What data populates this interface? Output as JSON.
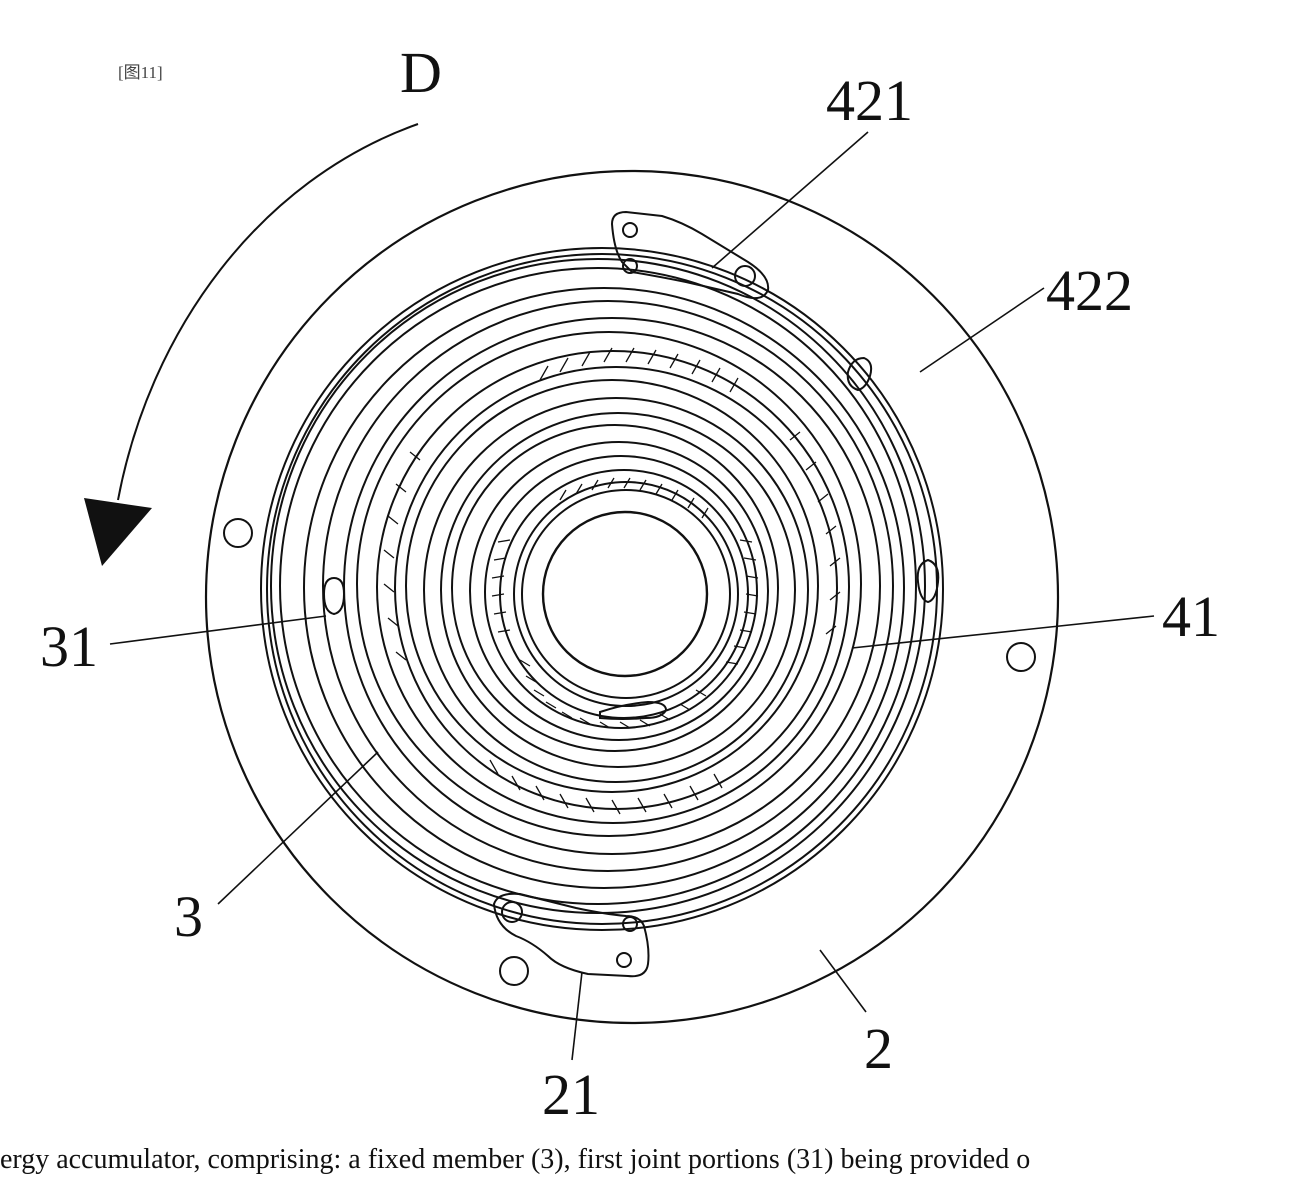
{
  "figure": {
    "figure_tag": "[图11]",
    "labels": {
      "d": "D",
      "l421": "421",
      "l422": "422",
      "l31": "31",
      "l41": "41",
      "l3": "3",
      "l2": "2",
      "l21": "21"
    },
    "caption": "ergy accumulator, comprising: a fixed member (3), first joint portions (31) being provided o",
    "colors": {
      "ink": "#111111",
      "background": "#ffffff"
    }
  }
}
